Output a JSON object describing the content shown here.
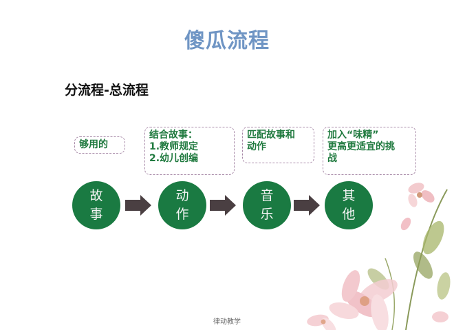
{
  "slide": {
    "title": "傻瓜流程",
    "subtitle": "分流程-总流程",
    "footer": "律动教学"
  },
  "notes": [
    {
      "lines": [
        "够用的"
      ]
    },
    {
      "lines": [
        "结合故事：",
        "1.教师规定",
        "2.幼儿创编"
      ]
    },
    {
      "lines": [
        "匹配故事和",
        "动作"
      ]
    },
    {
      "lines": [
        "加入“味精”",
        "更高更适宜的挑",
        "战"
      ]
    }
  ],
  "steps": [
    {
      "lines": [
        "故",
        "事"
      ]
    },
    {
      "lines": [
        "动",
        "作"
      ]
    },
    {
      "lines": [
        "音",
        "乐"
      ]
    },
    {
      "lines": [
        "其",
        "他"
      ]
    }
  ],
  "colors": {
    "title": "#6f95c4",
    "circle_fill": "#1a7a42",
    "note_text": "#207a3f",
    "note_border": "#a88aa8",
    "arrow": "#4a3f42"
  },
  "decoration": {
    "icon": "flower-decoration-icon"
  }
}
